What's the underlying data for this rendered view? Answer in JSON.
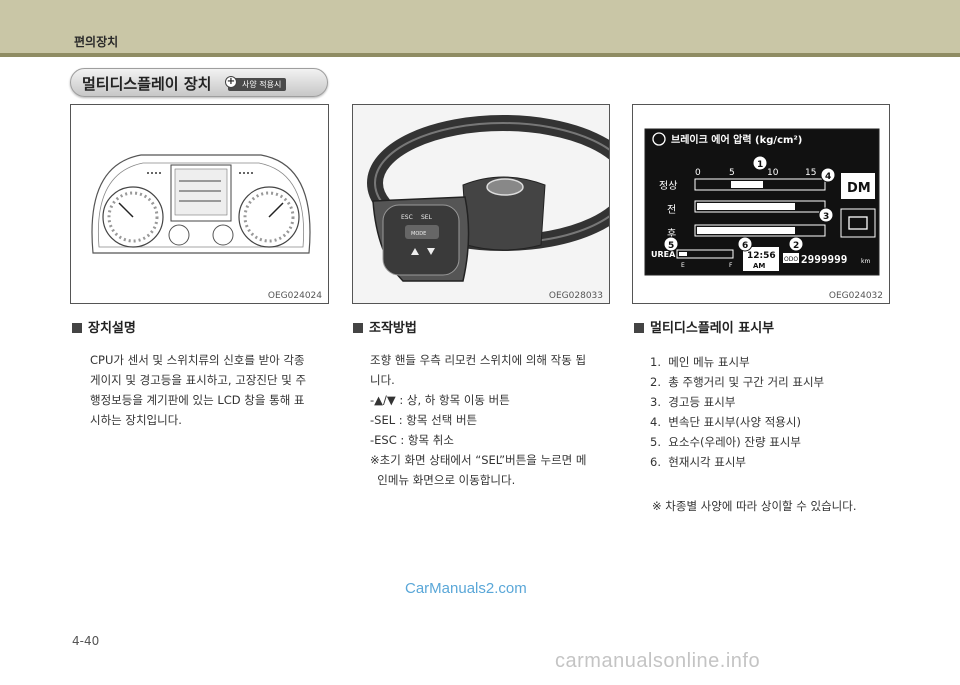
{
  "header": {
    "title": "편의장치"
  },
  "section": {
    "title": "멀티디스플레이 장치",
    "badge": "사양 적용시",
    "badge_plus": "+"
  },
  "figures": [
    {
      "code": "OEG024024"
    },
    {
      "code": "OEG028033"
    },
    {
      "code": "OEG024032",
      "display": {
        "heading": "브레이크 에어 압력 (kg/cm²)",
        "scale": [
          "0",
          "5",
          "10",
          "15"
        ],
        "rows": [
          "정상",
          "전",
          "후"
        ],
        "gear": "DM",
        "time": "12:56",
        "ampm": "AM",
        "odo_label": "ODO",
        "odo": "2999999",
        "odo_unit": "km",
        "urea": "UREA",
        "urea_e": "E",
        "urea_f": "F",
        "callouts": [
          "1",
          "2",
          "3",
          "4",
          "5",
          "6"
        ]
      }
    }
  ],
  "col1": {
    "heading": "장치설명",
    "text": [
      "CPU가 센서 및 스위치류의 신호를 받아 각종",
      "게이지 및 경고등을 표시하고, 고장진단 및 주",
      "행정보등을 계기판에 있는 LCD 창을 통해 표",
      "시하는 장치입니다."
    ]
  },
  "col2": {
    "heading": "조작방법",
    "lines": [
      "조향 핸들 우측 리모컨 스위치에 의해 작동 됩",
      "니다.",
      "-▲/▼ : 상, 하 항목 이동 버튼",
      "-SEL : 항목 선택 버튼",
      "-ESC : 항목 취소",
      "※초기 화면 상태에서 “SEL”버튼을 누르면 메",
      "  인메뉴 화면으로 이동합니다."
    ],
    "wheel_buttons": [
      "ESC",
      "SEL",
      "MODE"
    ]
  },
  "col3": {
    "heading": "멀티디스플레이 표시부",
    "items": [
      "1.  메인 메뉴 표시부",
      "2.  총 주행거리 및 구간 거리 표시부",
      "3.  경고등 표시부",
      "4.  변속단 표시부(사양 적용시)",
      "5.  요소수(우레아) 잔량 표시부",
      "6.  현재시각 표시부"
    ],
    "note": "※ 차종별 사양에 따라 상이할 수 있습니다."
  },
  "watermark": "CarManuals2.com",
  "page_number": "4-40",
  "footer": "carmanualsonline.info"
}
